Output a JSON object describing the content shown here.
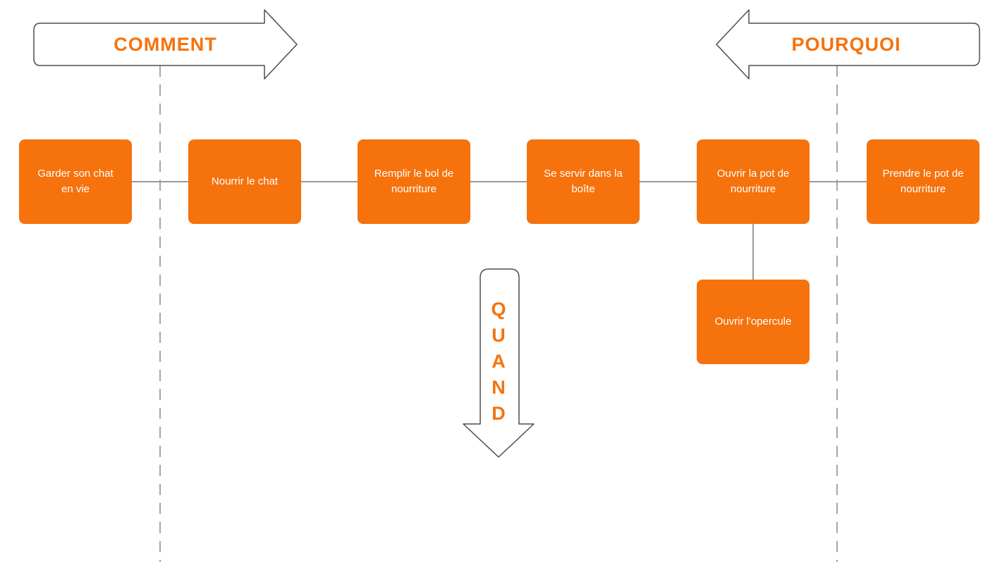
{
  "colors": {
    "accent": "#F5720D",
    "box-fill": "#F5720D",
    "box-text": "#FFFFFF",
    "connector": "#999999",
    "guide": "#A6A6A6",
    "outline": "#4D4D4D",
    "background": "#FFFFFF"
  },
  "diagram": {
    "arrows": {
      "comment": {
        "label": "COMMENT",
        "direction": "right"
      },
      "pourquoi": {
        "label": "POURQUOI",
        "direction": "left"
      },
      "quand": {
        "label": "QUAND",
        "letters": [
          "Q",
          "U",
          "A",
          "N",
          "D"
        ],
        "direction": "down"
      }
    },
    "nodes": [
      {
        "label": "Garder son chat en vie"
      },
      {
        "label": "Nourrir le chat"
      },
      {
        "label": "Remplir le bol de nourriture"
      },
      {
        "label": "Se servir dans la boîte"
      },
      {
        "label": "Ouvrir la pot de nourriture"
      },
      {
        "label": "Prendre le pot de nourriture"
      },
      {
        "label": "Ouvrir l'opercule"
      }
    ],
    "edges": [
      [
        0,
        1
      ],
      [
        1,
        2
      ],
      [
        2,
        3
      ],
      [
        3,
        4
      ],
      [
        4,
        5
      ],
      [
        4,
        6
      ]
    ]
  }
}
